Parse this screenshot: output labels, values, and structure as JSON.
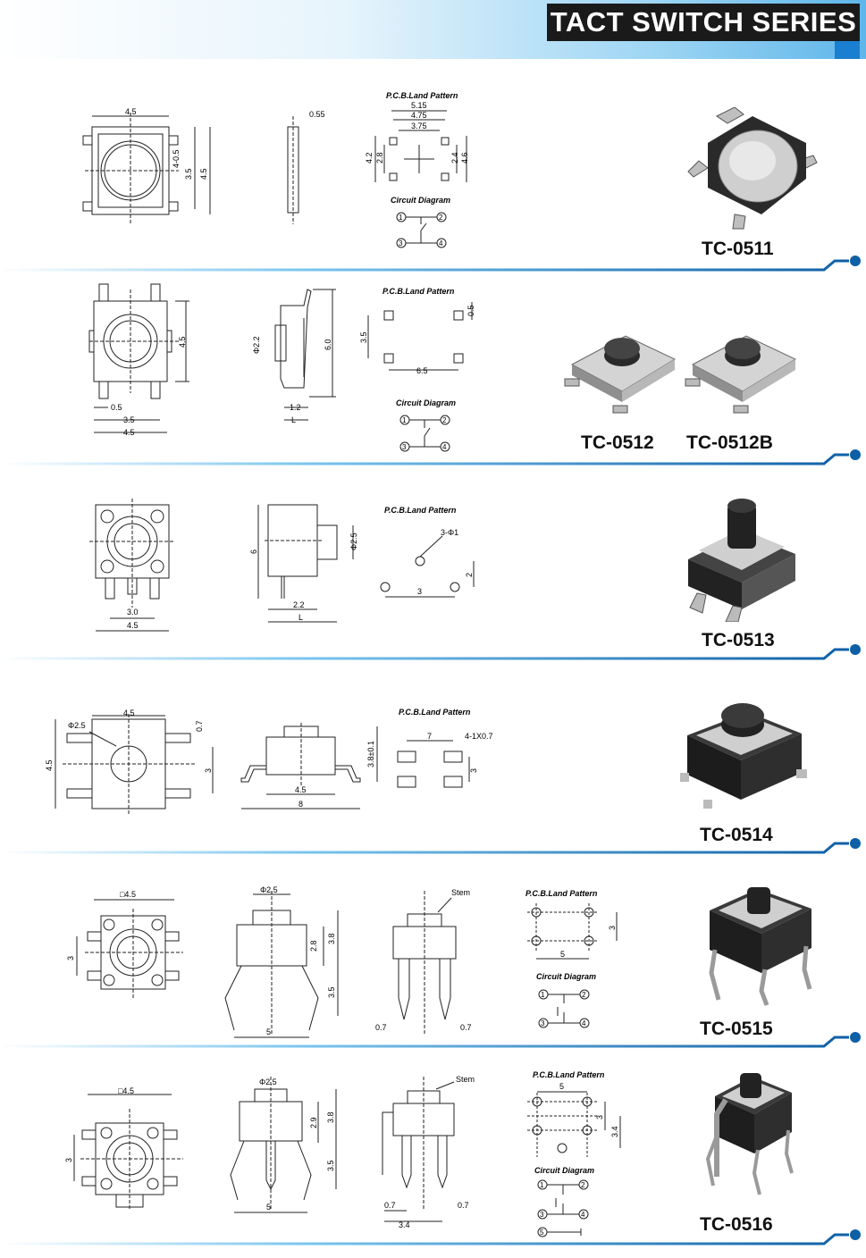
{
  "header": {
    "title": "TACT SWITCH SERIES",
    "accent": "#1a7fd0"
  },
  "labels": {
    "pcb": "P.C.B.Land Pattern",
    "circuit": "Circuit Diagram",
    "stem": "Stem"
  },
  "sections": [
    {
      "models": [
        "TC-0511"
      ],
      "dims": {
        "w": "4.5",
        "thick": "0.55",
        "p1": "5.15",
        "p2": "4.75",
        "p3": "3.75",
        "a": "4.2",
        "b": "2.8",
        "c": "2.4",
        "d": "4.6",
        "e": "4-0.5",
        "f": "3.5",
        "g": "4.5"
      }
    },
    {
      "models": [
        "TC-0512",
        "TC-0512B"
      ],
      "dims": {
        "h": "4.5",
        "a": "0.5",
        "b": "3.5",
        "c": "4.5",
        "dia": "Φ2.2",
        "ht": "6.0",
        "s": "1.2",
        "L": "L",
        "pv": "3.5",
        "ph": "6.5",
        "pp": "0.5"
      }
    },
    {
      "models": [
        "TC-0513"
      ],
      "dims": {
        "a": "3.0",
        "b": "4.5",
        "h": "6",
        "dia": "Φ2.5",
        "s": "2.2",
        "L": "L",
        "holes": "3-Φ1",
        "pv": "2",
        "ph": "3"
      }
    },
    {
      "models": [
        "TC-0514"
      ],
      "dims": {
        "w": "4.5",
        "dia": "Φ2.5",
        "t": "0.7",
        "h": "4.5",
        "v": "3",
        "ht": "3.8±0.1",
        "b": "4.5",
        "c": "8",
        "p1": "7",
        "p2": "4-1X0.7",
        "p3": "3"
      }
    },
    {
      "models": [
        "TC-0515"
      ],
      "dims": {
        "sq": "□4.5",
        "v": "3",
        "dia": "Φ2.5",
        "h1": "2.8",
        "h2": "3.8",
        "h3": "3.5",
        "w": "5",
        "a": "0.7",
        "b": "0.7",
        "pv": "3",
        "ph": "5"
      }
    },
    {
      "models": [
        "TC-0516"
      ],
      "dims": {
        "sq": "□4.5",
        "v": "3",
        "dia": "Φ2.5",
        "h1": "2.9",
        "h2": "3.8",
        "h3": "3.5",
        "w": "5",
        "a": "0.7",
        "b": "0.7",
        "c": "3.4",
        "pw": "5",
        "pv": "3",
        "pv2": "3.4"
      }
    }
  ],
  "pins": [
    "1",
    "2",
    "3",
    "4",
    "5"
  ]
}
